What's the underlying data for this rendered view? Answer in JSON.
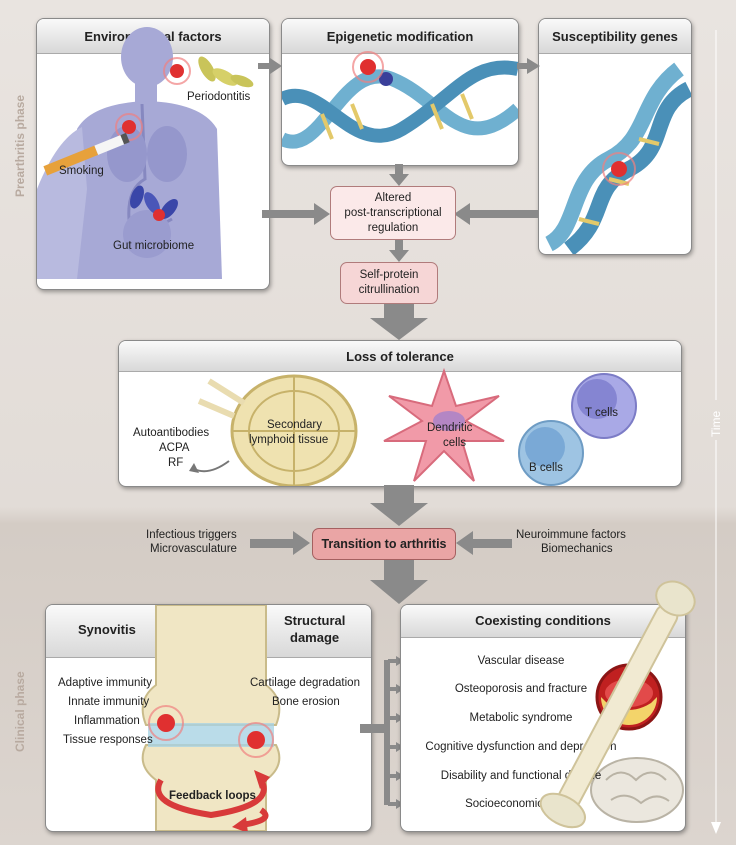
{
  "phases": {
    "preclinical": "Prearthritis phase",
    "clinical": "Clinical phase",
    "time": "Time"
  },
  "env": {
    "title": "Environmental factors",
    "periodontitis": "Periodontitis",
    "smoking": "Smoking",
    "gut": "Gut microbiome"
  },
  "epi": {
    "title": "Epigenetic modification"
  },
  "sus": {
    "title": "Susceptibility genes"
  },
  "altered": {
    "line1": "Altered",
    "line2": "post-transcriptional",
    "line3": "regulation"
  },
  "cit": {
    "line1": "Self-protein",
    "line2": "citrullination"
  },
  "tolerance": {
    "title": "Loss of tolerance",
    "auto": "Autoantibodies",
    "acpa": "ACPA",
    "rf": "RF",
    "secondary1": "Secondary",
    "secondary2": "lymphoid tissue",
    "dendritic1": "Dendritic",
    "dendritic2": "cells",
    "tcells": "T cells",
    "bcells": "B cells"
  },
  "transition": {
    "title": "Transition to arthritis",
    "left1": "Infectious triggers",
    "left2": "Microvasculature",
    "right1": "Neuroimmune factors",
    "right2": "Biomechanics"
  },
  "synovitis": {
    "title": "Synovitis",
    "struct1": "Structural",
    "struct2": "damage",
    "adaptive": "Adaptive immunity",
    "innate": "Innate immunity",
    "inflammation": "Inflammation",
    "tissue": "Tissue responses",
    "cartilage": "Cartilage degradation",
    "bone": "Bone erosion",
    "feedback": "Feedback loops"
  },
  "coexisting": {
    "title": "Coexisting conditions",
    "items": [
      "Vascular disease",
      "Osteoporosis and fracture",
      "Metabolic syndrome",
      "Cognitive dysfunction and depression",
      "Disability and functional decline",
      "Socioeconomic status"
    ]
  },
  "colors": {
    "pink": "#f5dcdc",
    "pinkDark": "#e8a9a9",
    "arrow": "#777777",
    "body": "#a7a9d6"
  }
}
